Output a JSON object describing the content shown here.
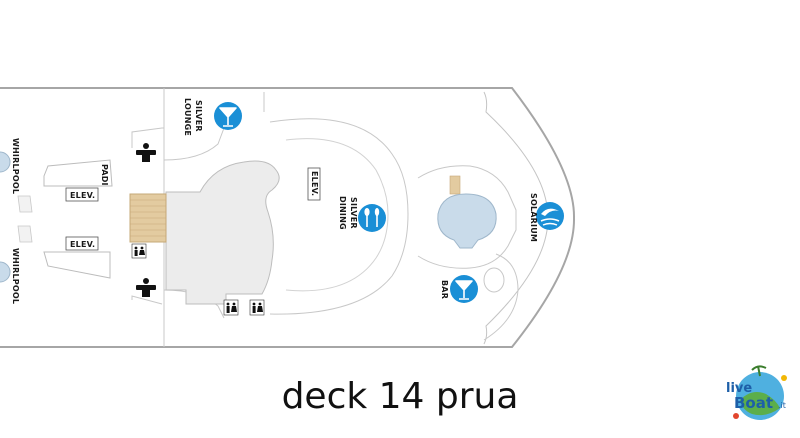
{
  "caption": "deck 14 prua",
  "labels": {
    "silver_lounge": "SILVER LOUNGE",
    "silver_lounge_line1": "SILVER",
    "silver_lounge_line2": "LOUNGE",
    "silver_dining_line1": "SILVER",
    "silver_dining_line2": "DINING",
    "solarium": "SOLARIUM",
    "bar": "BAR",
    "elev": "ELEV.",
    "padi": "PADI",
    "whirlpool": "WHIRLPOOL"
  },
  "logo": {
    "line1": "live",
    "line2": "Boat",
    "suffix": ".it"
  },
  "colors": {
    "icon_blue": "#1a8fd6",
    "pool_blue": "#c9dbea",
    "outline": "#9a9a9a",
    "deck_fill": "#ececec",
    "stairs": "#e3cba0"
  },
  "icons": [
    "cocktail-icon",
    "dining-icon",
    "solarium-icon",
    "restroom-icon",
    "male-icon"
  ]
}
